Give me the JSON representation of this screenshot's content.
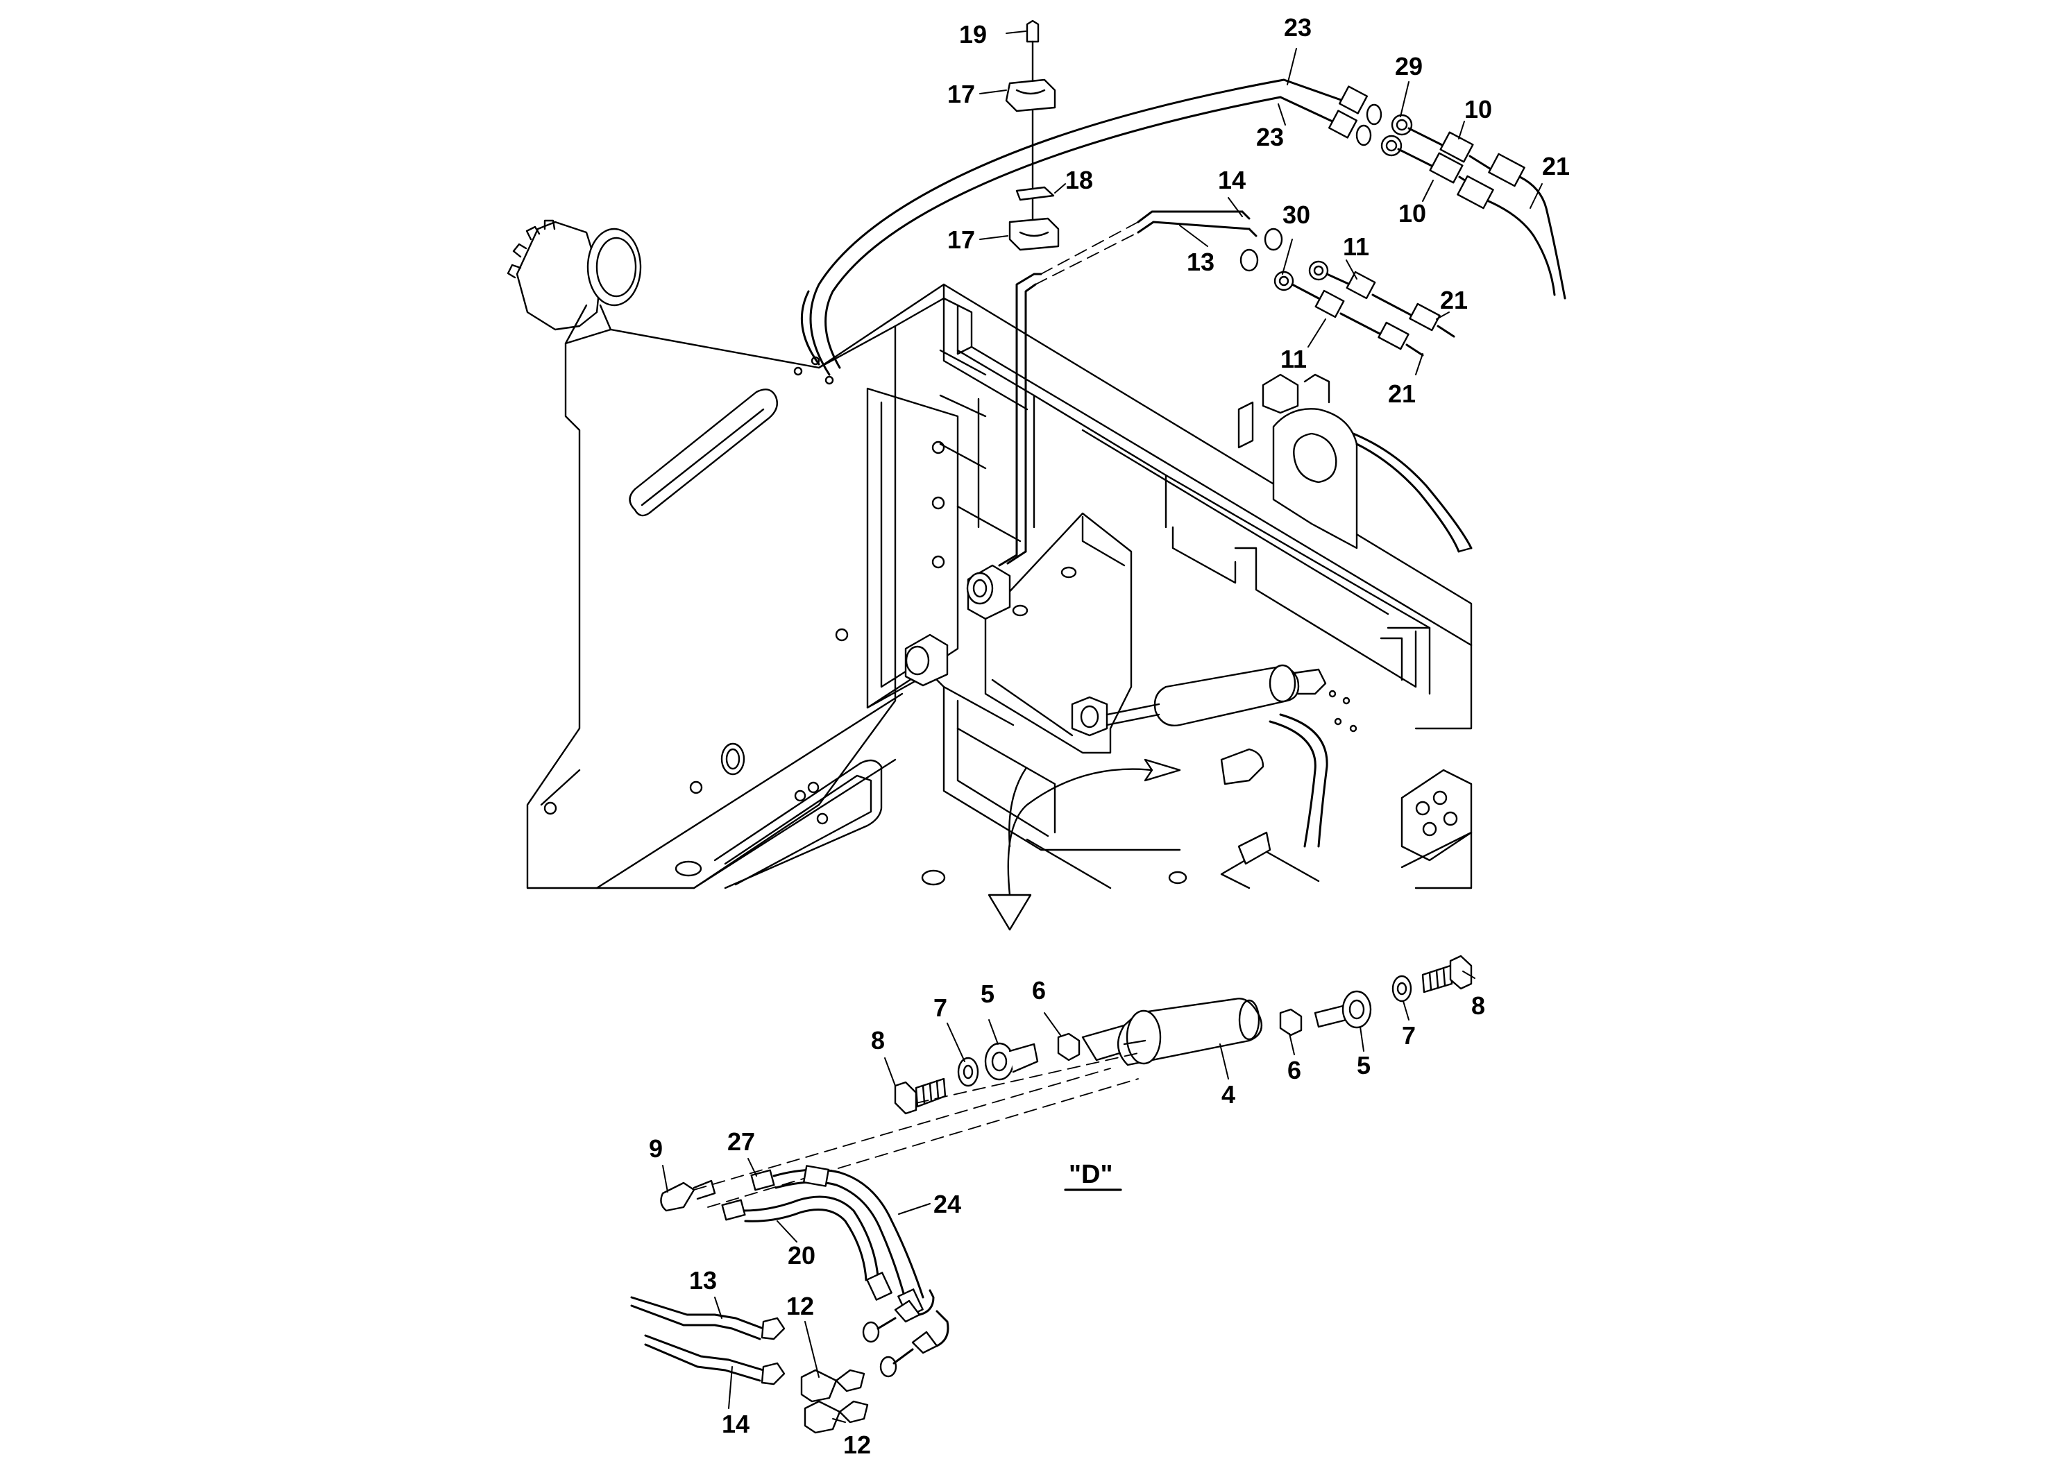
{
  "view": {
    "label": "\"D\""
  },
  "callouts": {
    "p19": "19",
    "p17a": "17",
    "p18": "18",
    "p17b": "17",
    "p23a": "23",
    "p23b": "23",
    "p29": "29",
    "p10a": "10",
    "p10b": "10",
    "p21a": "21",
    "p14a": "14",
    "p13a": "13",
    "p30": "30",
    "p11a": "11",
    "p11b": "11",
    "p21b": "21",
    "p21c": "21",
    "p8a": "8",
    "p7a": "7",
    "p5a": "5",
    "p6a": "6",
    "p4": "4",
    "p6b": "6",
    "p5b": "5",
    "p7b": "7",
    "p8b": "8",
    "p9": "9",
    "p27": "27",
    "p24": "24",
    "p20": "20",
    "p13b": "13",
    "p12a": "12",
    "p14b": "14",
    "p12b": "12"
  }
}
